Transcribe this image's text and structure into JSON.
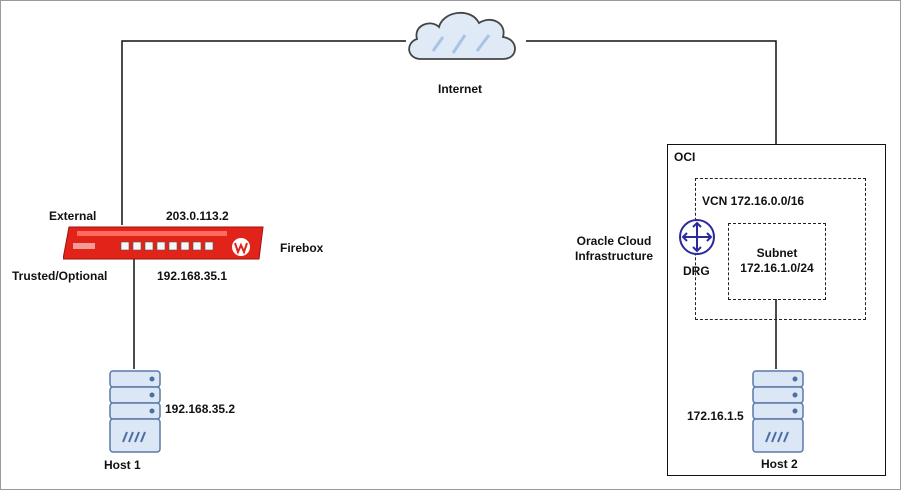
{
  "labels": {
    "internet": "Internet",
    "external": "External",
    "external_ip": "203.0.113.2",
    "firebox": "Firebox",
    "trusted": "Trusted/Optional",
    "trusted_ip": "192.168.35.1",
    "host1_ip": "192.168.35.2",
    "host1": "Host 1",
    "oracle_line1": "Oracle Cloud",
    "oracle_line2": "Infrastructure",
    "oci": "OCI",
    "vcn": "VCN 172.16.0.0/16",
    "drg": "DRG",
    "subnet_line1": "Subnet",
    "subnet_line2": "172.16.1.0/24",
    "host2_ip": "172.16.1.5",
    "host2": "Host 2"
  },
  "colors": {
    "firebox_red": "#e2231a",
    "drg_blue": "#2a2aa0",
    "server_blue": "#6f95c9",
    "cloud_blue": "#cfe0f2"
  },
  "icons": [
    "cloud-icon",
    "firebox-icon",
    "drg-router-icon",
    "server-icon"
  ]
}
